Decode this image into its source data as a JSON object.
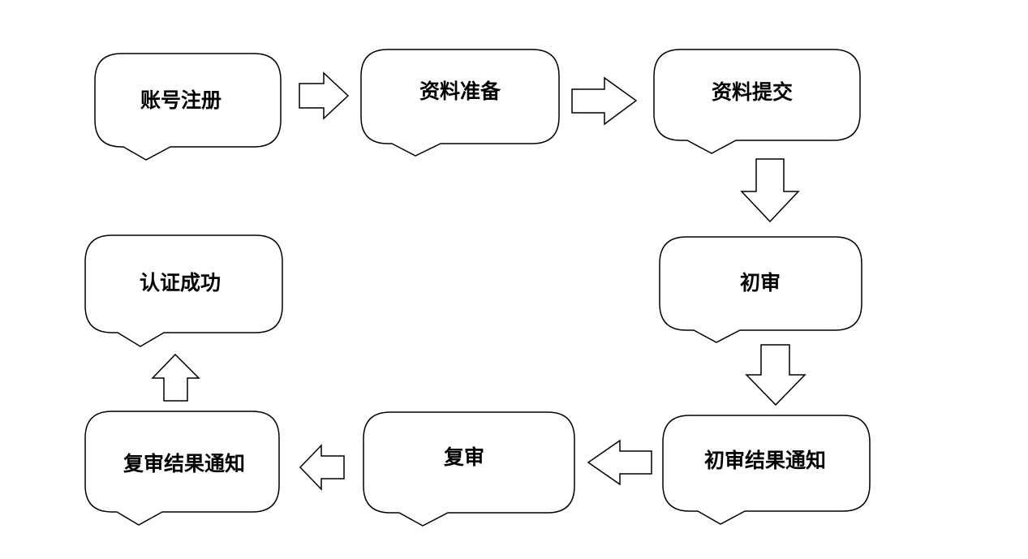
{
  "diagram": {
    "nodes": [
      {
        "id": "register",
        "label": "账号注册"
      },
      {
        "id": "prepare",
        "label": "资料准备"
      },
      {
        "id": "submit",
        "label": "资料提交"
      },
      {
        "id": "first-review",
        "label": "初审"
      },
      {
        "id": "first-result",
        "label": "初审结果通知"
      },
      {
        "id": "second-review",
        "label": "复审"
      },
      {
        "id": "second-result",
        "label": "复审结果通知"
      },
      {
        "id": "success",
        "label": "认证成功"
      }
    ],
    "edges": [
      {
        "from": "register",
        "to": "prepare",
        "direction": "right"
      },
      {
        "from": "prepare",
        "to": "submit",
        "direction": "right"
      },
      {
        "from": "submit",
        "to": "first-review",
        "direction": "down"
      },
      {
        "from": "first-review",
        "to": "first-result",
        "direction": "down"
      },
      {
        "from": "first-result",
        "to": "second-review",
        "direction": "left"
      },
      {
        "from": "second-review",
        "to": "second-result",
        "direction": "left"
      },
      {
        "from": "second-result",
        "to": "success",
        "direction": "up"
      }
    ],
    "colors": {
      "stroke": "#000000",
      "fill": "#ffffff",
      "text": "#000000"
    }
  }
}
